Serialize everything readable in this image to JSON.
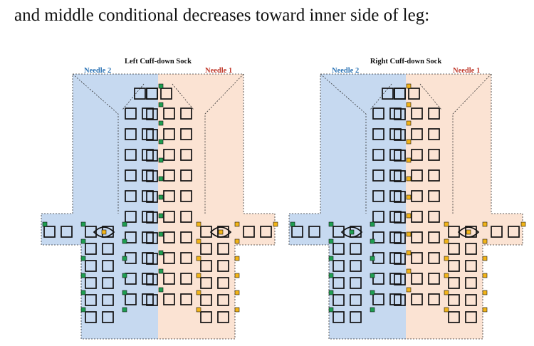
{
  "heading": "and middle conditional decreases toward inner side of leg:",
  "colors": {
    "needle2_fill": "#c6d9f0",
    "needle1_fill": "#fbe3d3",
    "needle2_text": "#2e75b6",
    "needle1_text": "#c0392b",
    "green_marker": "#1e9e50",
    "yellow_marker": "#f2b418",
    "stitch_outline": "#111111"
  },
  "diagrams": [
    {
      "title": "Left Cuff-down Sock",
      "needle_left": "Needle 2",
      "needle_right": "Needle 1",
      "center_marker": "green",
      "left_gusset_marker": "yellow",
      "right_gusset_marker": "yellow",
      "left_column_marker": "green",
      "right_column_marker": "yellow"
    },
    {
      "title": "Right Cuff-down Sock",
      "needle_left": "Needle 2",
      "needle_right": "Needle 1",
      "center_marker": "yellow",
      "left_gusset_marker": "green",
      "right_gusset_marker": "yellow",
      "left_column_marker": "green",
      "right_column_marker": "yellow"
    }
  ]
}
